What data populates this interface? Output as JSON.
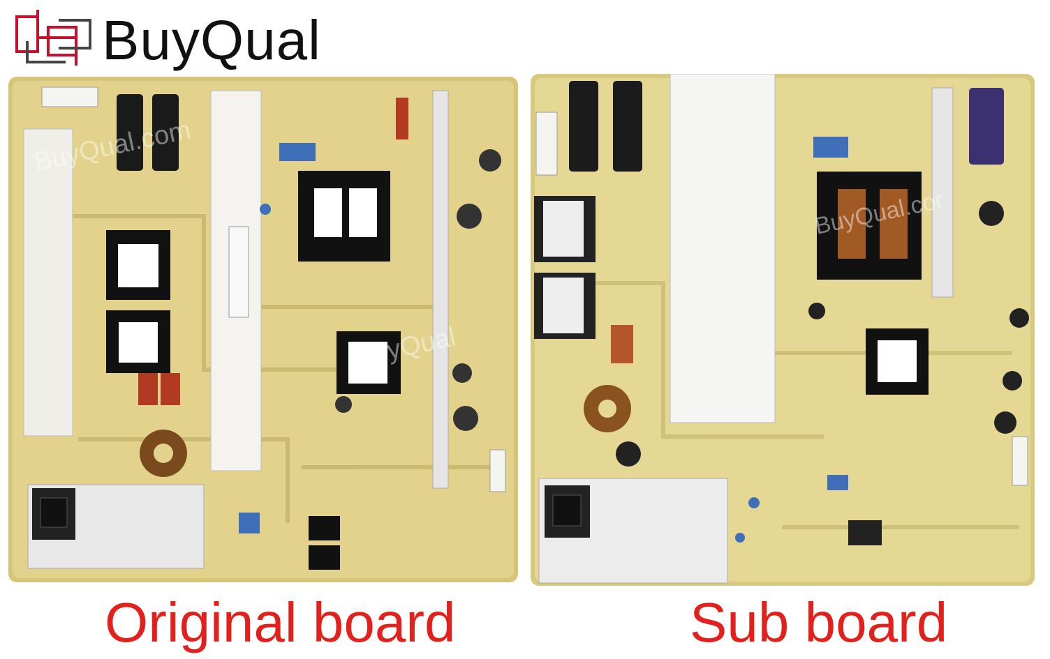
{
  "logo": {
    "text": "BuyQual",
    "icon": "buyqual-logo-icon",
    "brand_color": "#c8102e"
  },
  "boards": {
    "original": {
      "caption": "Original board"
    },
    "sub": {
      "caption": "Sub board"
    }
  },
  "caption_color": "#e3211c",
  "watermark_text": "BuyQual.com"
}
